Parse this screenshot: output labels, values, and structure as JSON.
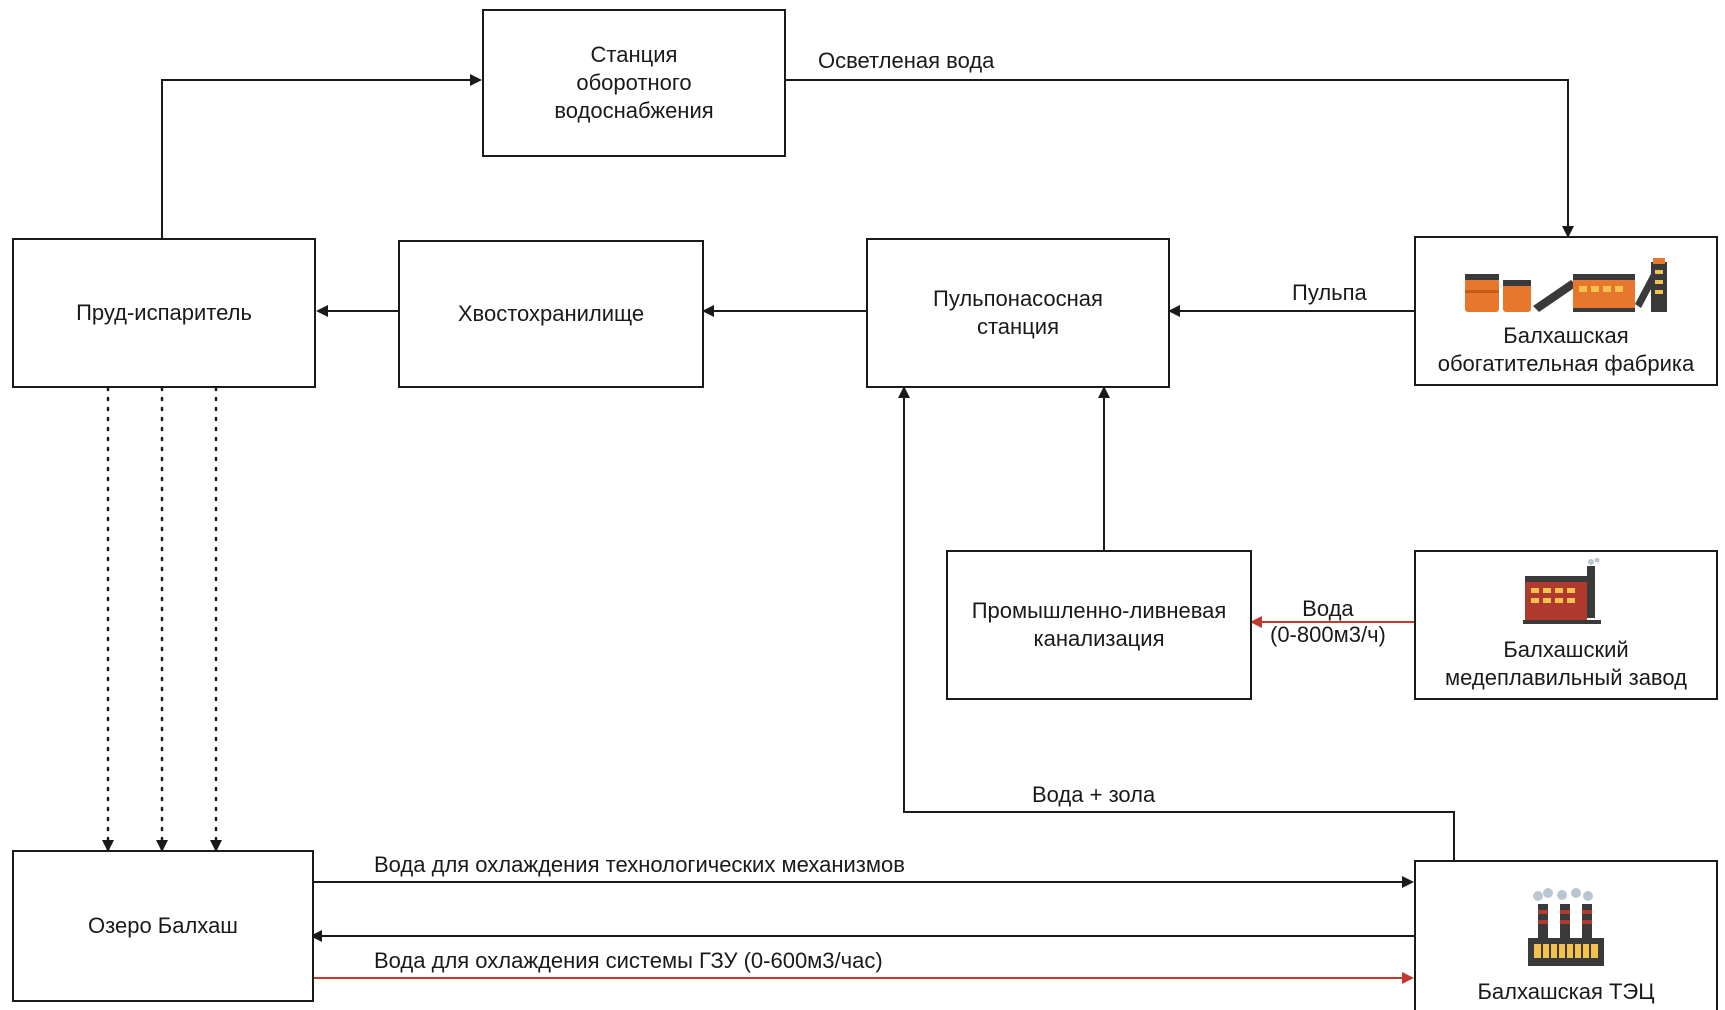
{
  "nodes": {
    "station": "Станция\nоборотного\nводоснабжения",
    "pond": "Пруд-испаритель",
    "tailings": "Хвостохранилище",
    "pump_station": "Пульпонасосная\nстанция",
    "factory": "Балхашская\nобогатительная фабрика",
    "sewer": "Промышленно-ливневая\nканализация",
    "smelter": "Балхашский\nмедеплавильный завод",
    "lake": "Озеро Балхаш",
    "tpp": "Балхашская ТЭЦ"
  },
  "flows": {
    "clarified_water": "Осветленая вода",
    "pulp": "Пульпа",
    "water_rate": "Вода\n(0-800м3/ч)",
    "water_ash": "Вода + зола",
    "cooling_mech": "Вода для охлаждения технологических механизмов",
    "cooling_gzu": "Вода для охлаждения системы ГЗУ (0-600м3/час)"
  },
  "colors": {
    "line": "#1a1a1a",
    "red_flow": "#c0392b",
    "icon_orange": "#e8772e",
    "icon_dark": "#3a3a3a",
    "icon_red": "#b03a2e",
    "icon_window": "#f2c14e"
  },
  "icons": [
    "factory-icon",
    "smelter-icon",
    "power-plant-icon"
  ]
}
